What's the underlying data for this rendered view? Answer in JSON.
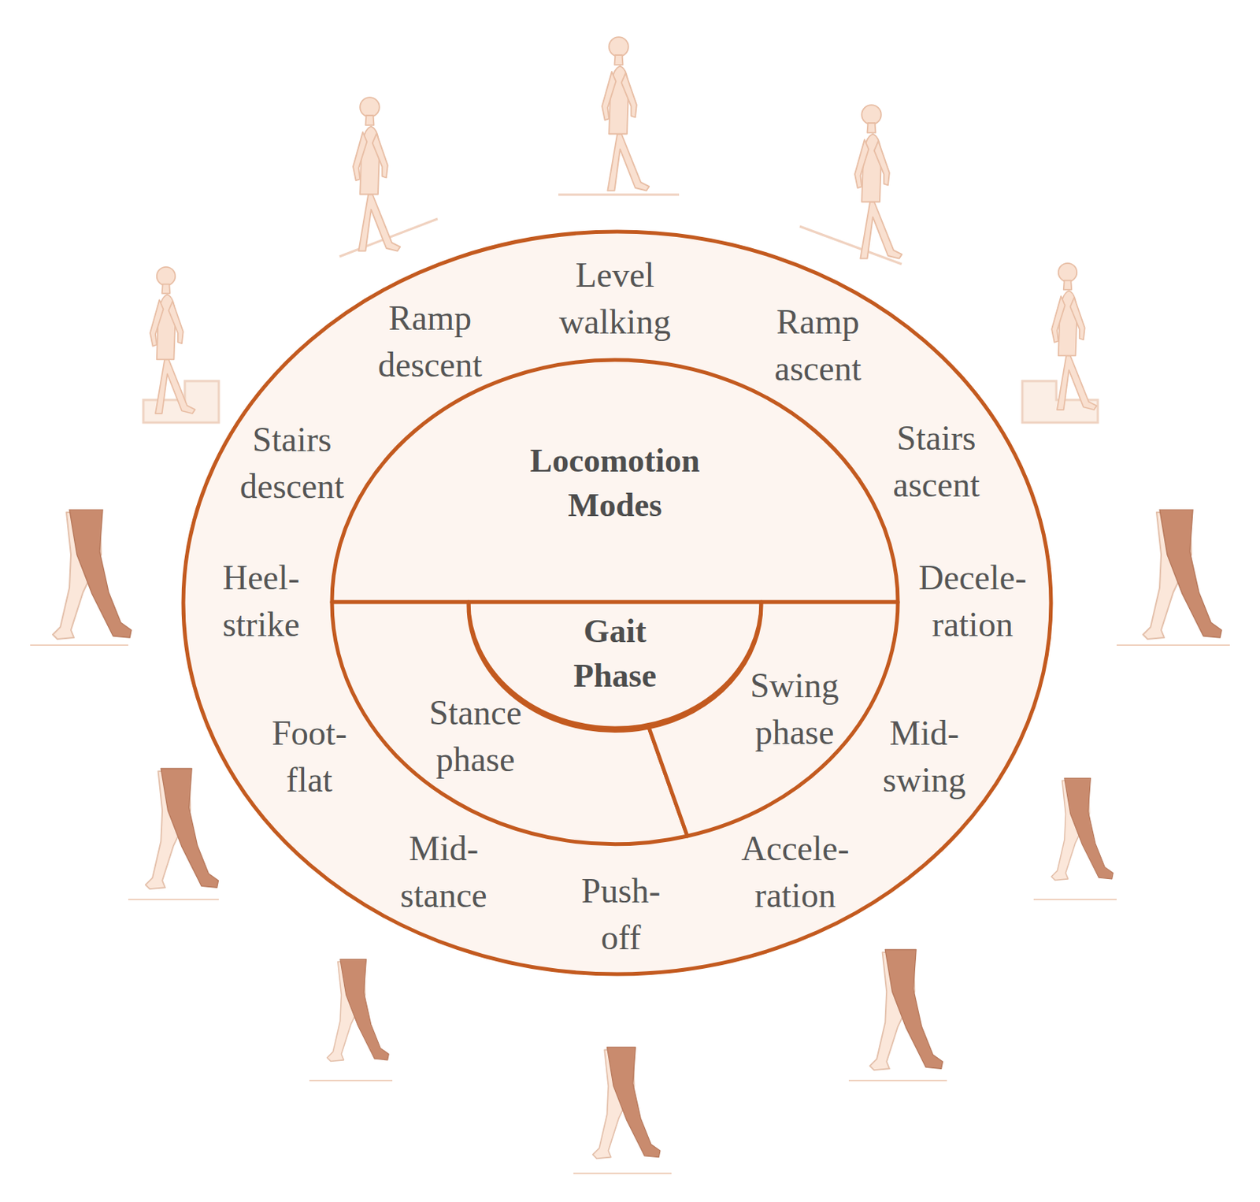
{
  "diagram": {
    "nodes": [
      {
        "text": [
          "Stairs descent",
          "Ramp descent",
          "Level walking",
          "Ramp ascent",
          "Stairs ascent",
          "Heel- strike",
          "Foot- flat",
          "Mid- stance",
          "Push- off",
          "Accele- ration",
          "Mid- swing",
          "Decele- ration"
        ]
      },
      {
        "text": [
          "Locomotion Modes"
        ],
        "in": 0
      },
      {
        "text": [
          "Gait Phase"
        ],
        "in": 0
      },
      {
        "text": [
          "Stance phase"
        ],
        "in": 0
      },
      {
        "text": [
          "Swing phase"
        ],
        "in": 0
      }
    ]
  }
}
